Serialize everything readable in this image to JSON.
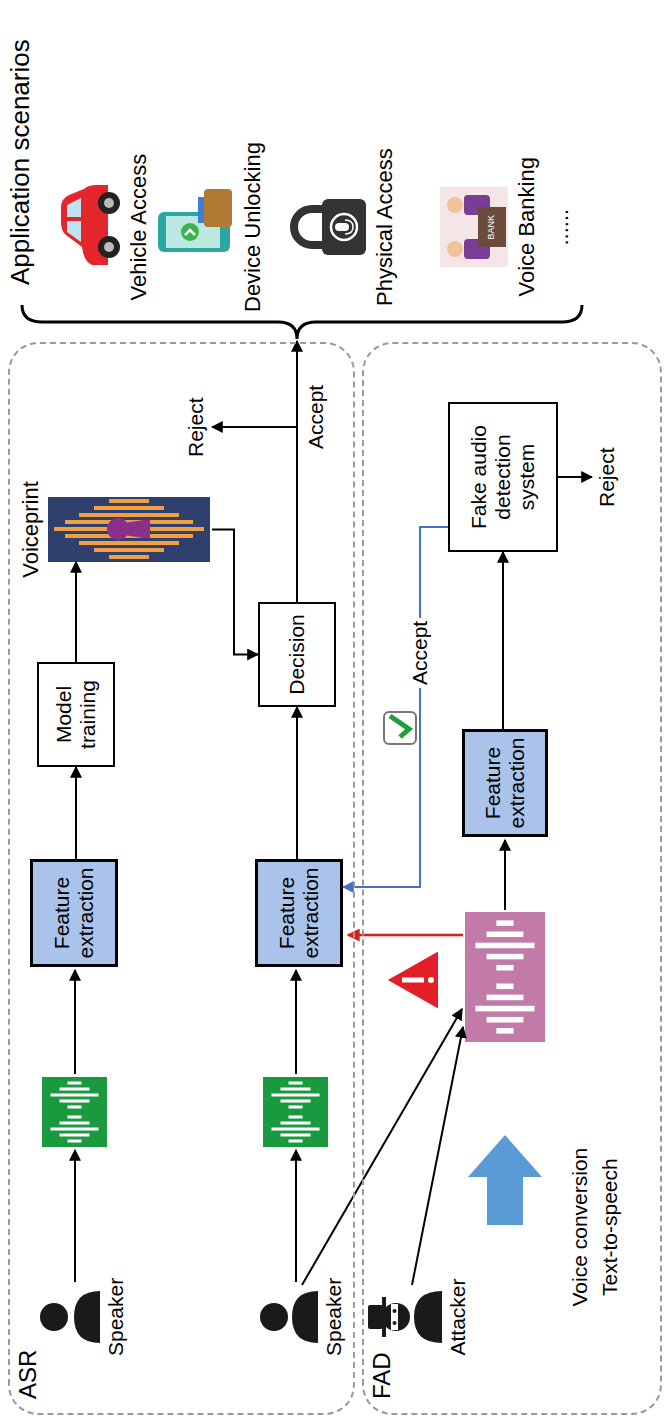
{
  "diagram": {
    "nodes": [
      {
        "text": [
          "ASR"
        ]
      },
      {
        "text": [
          "Feature extraction"
        ],
        "in": 0
      },
      {
        "text": [
          "Model training"
        ],
        "in": 0
      },
      {
        "text": [
          "Voiceprint"
        ],
        "in": 0
      },
      {
        "text": [
          "Feature extraction"
        ],
        "in": 0
      },
      {
        "text": [
          "Decision"
        ],
        "in": 0
      },
      {
        "text": [
          "FAD"
        ]
      },
      {
        "text": [
          "Feature extraction"
        ],
        "in": 6
      },
      {
        "text": [
          "Fake audio detection system"
        ],
        "in": 6
      }
    ],
    "edges": [
      {
        "from": 1,
        "to": 2,
        "arrow": "to"
      },
      {
        "from": 2,
        "to": 3,
        "arrow": "to"
      },
      {
        "from": 3,
        "to": 5,
        "arrow": "to"
      },
      {
        "from": 4,
        "to": 5,
        "arrow": "to"
      },
      {
        "from": 7,
        "to": 8,
        "arrow": "to"
      },
      {
        "from": 8,
        "to": 4,
        "label": "Accept",
        "arrow": "to"
      }
    ],
    "labels": [
      "Speaker",
      "Speaker",
      "Attacker",
      "Voice conversion",
      "Text-to-speech",
      "Reject",
      "Accept",
      "Reject",
      "Application scenarios",
      "Vehicle Access",
      "Device Unlocking",
      "Physical Access",
      "Voice Banking",
      "......",
      "BANK"
    ]
  }
}
